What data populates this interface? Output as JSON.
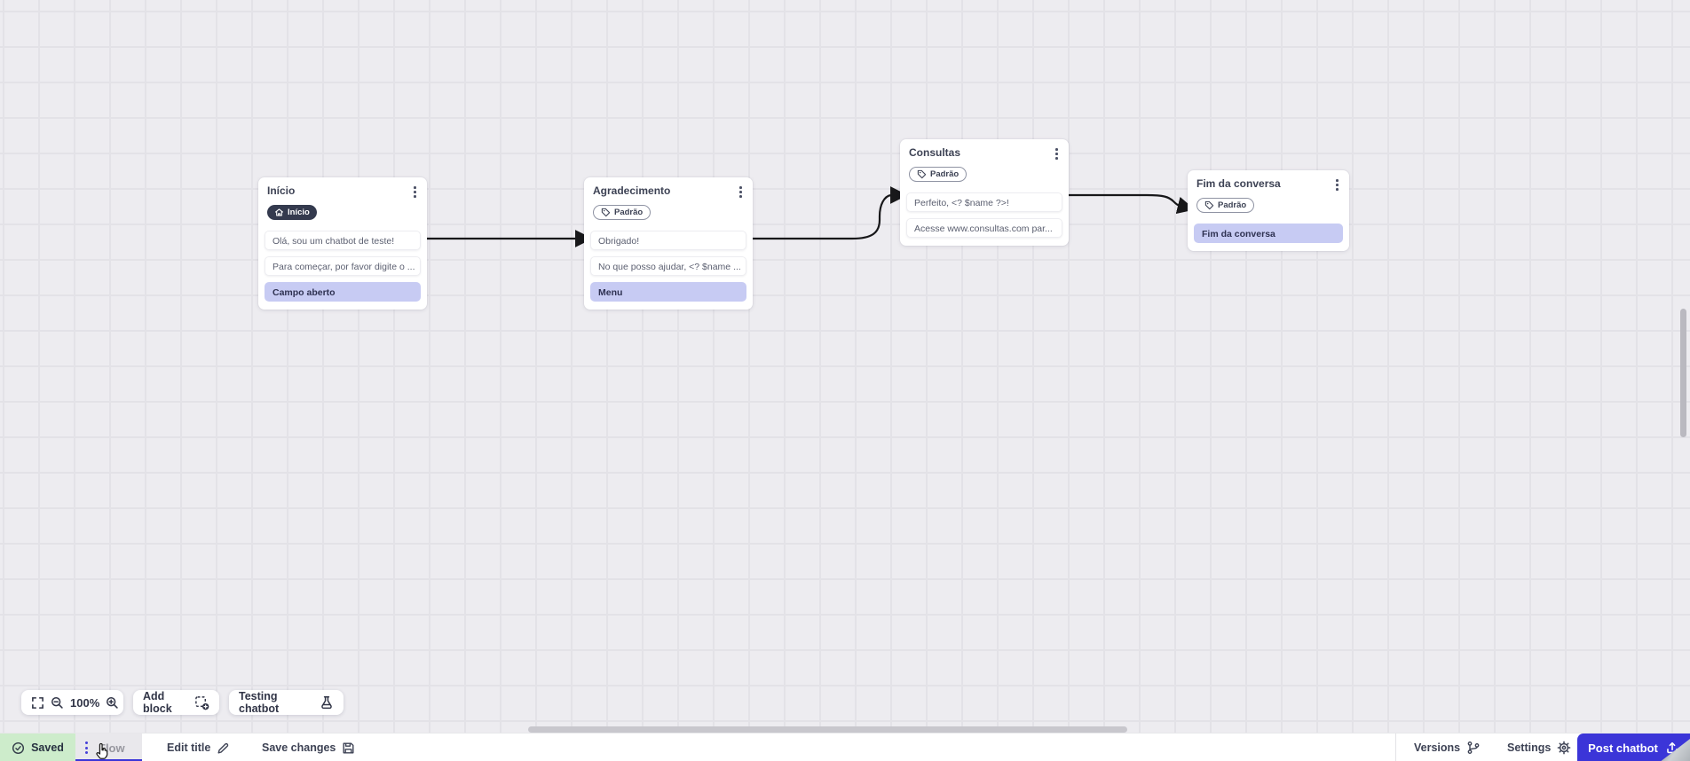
{
  "canvas": {
    "toolbar": {
      "zoom_level": "100%",
      "add_block": "Add block",
      "testing_chatbot": "Testing chatbot"
    },
    "nodes": [
      {
        "title": "Início",
        "badge": {
          "label": "Início",
          "style": "dark",
          "icon": "home-icon"
        },
        "rows": [
          {
            "text": "Olá, sou um chatbot de teste!",
            "highlight": false
          },
          {
            "text": "Para começar, por favor digite o ...",
            "highlight": false
          },
          {
            "text": "Campo aberto",
            "highlight": true
          }
        ]
      },
      {
        "title": "Agradecimento",
        "badge": {
          "label": "Padrão",
          "style": "outline",
          "icon": "tag-icon"
        },
        "rows": [
          {
            "text": "Obrigado!",
            "highlight": false
          },
          {
            "text": "No que posso ajudar, <? $name ...",
            "highlight": false
          },
          {
            "text": "Menu",
            "highlight": true
          }
        ]
      },
      {
        "title": "Consultas",
        "badge": {
          "label": "Padrão",
          "style": "outline",
          "icon": "tag-icon"
        },
        "rows": [
          {
            "text": "Perfeito, <? $name ?>!",
            "highlight": false
          },
          {
            "text": "Acesse www.consultas.com par...",
            "highlight": false
          }
        ]
      },
      {
        "title": "Fim da conversa",
        "badge": {
          "label": "Padrão",
          "style": "outline",
          "icon": "tag-icon"
        },
        "rows": [
          {
            "text": "Fim da conversa",
            "highlight": true
          }
        ]
      }
    ]
  },
  "statusbar": {
    "saved": "Saved",
    "flow_tab": "Flow",
    "edit_title": "Edit title",
    "save_changes": "Save changes",
    "versions": "Versions",
    "settings": "Settings",
    "post_chatbot": "Post chatbot"
  },
  "colors": {
    "accent": "#3b35d8",
    "canvas_bg": "#edecf0",
    "grid_line": "#e3e2e7",
    "node_bg": "#ffffff",
    "highlight_row": "#c7cbf3",
    "dark_badge_bg": "#343a4e",
    "saved_bg": "#cdeccb",
    "connector": "#18181a"
  },
  "icons": [
    "fullscreen-icon",
    "zoom-out-icon",
    "zoom-in-icon",
    "add-block-icon",
    "flask-icon",
    "check-circle-icon",
    "kebab-menu-icon",
    "pencil-icon",
    "save-icon",
    "branch-icon",
    "gear-icon",
    "upload-icon",
    "home-icon",
    "tag-icon",
    "hand-cursor-icon"
  ]
}
